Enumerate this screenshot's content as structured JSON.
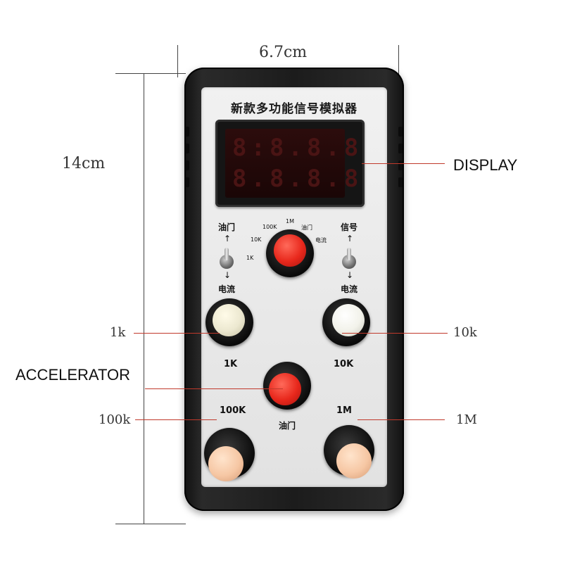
{
  "dimensions": {
    "width_label": "6.7cm",
    "height_label": "14cm"
  },
  "device": {
    "title": "新款多功能信号模拟器",
    "display": {
      "row1": "8:8.8.8",
      "row2": "8.8.8.8"
    },
    "selector": {
      "labels": [
        "1K",
        "10K",
        "100K",
        "1M",
        "油门",
        "电流"
      ]
    },
    "switch_left": {
      "top": "油门",
      "bottom": "电流"
    },
    "switch_right": {
      "top": "信号",
      "bottom": "电流"
    },
    "knob_labels": {
      "k1": "1K",
      "k10": "10K",
      "k100": "100K",
      "m1": "1M",
      "accelerator": "油门"
    }
  },
  "annotations": {
    "display": "DISPLAY",
    "k1": "1k",
    "k10": "10k",
    "accelerator": "ACCELERATOR",
    "k100": "100k",
    "m1": "1M"
  },
  "colors": {
    "casing": "#1c1c1c",
    "panel": "#e8e8e8",
    "knob_red": "#e8281c",
    "knob_peach": "#f6c7a4",
    "annotation_line": "#c0392b"
  }
}
